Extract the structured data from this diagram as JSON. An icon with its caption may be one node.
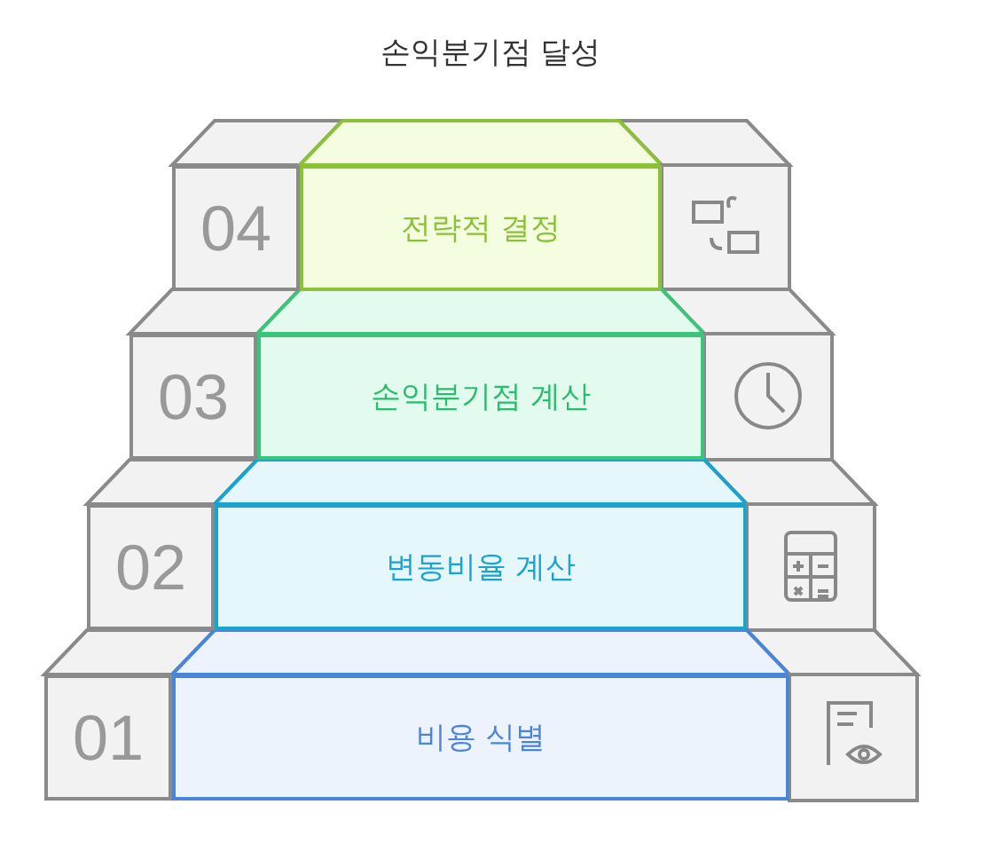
{
  "diagram": {
    "title": "손익분기점 달성",
    "nodes": [
      {
        "text": [
          "04"
        ]
      },
      {
        "text": [
          "전략적 결정"
        ]
      },
      {
        "text": [
          "03"
        ]
      },
      {
        "text": [
          "손익분기점 계산"
        ]
      },
      {
        "text": [
          "02"
        ]
      },
      {
        "text": [
          "변동비율 계산"
        ]
      },
      {
        "text": [
          "01"
        ]
      },
      {
        "text": [
          "비용 식별"
        ]
      }
    ]
  }
}
